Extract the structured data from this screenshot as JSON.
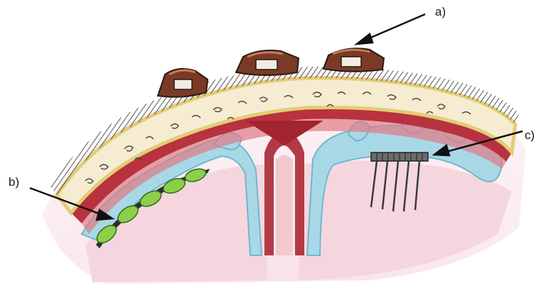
{
  "labels": {
    "a": "a)",
    "b": "b)",
    "c": "c)"
  },
  "colors": {
    "background": "#ffffff",
    "scalp": "#f3dfe3",
    "skin_line": "#2b2b2b",
    "bone_yellow": "#ecd88d",
    "bone_cream": "#f6efd9",
    "dura_red": "#b8323f",
    "csf_blue": "#9fd4e2",
    "brain_pink": "#f6dde3",
    "electrode_green": "#8ccf4a",
    "brown_device": "#7a3a25",
    "arrow": "#111111"
  },
  "icons": {
    "scalp_electrodes": "scalp-electrode-icon",
    "subdural_strip": "subdural-strip-electrode-icon",
    "depth_array": "depth-array-electrode-icon"
  }
}
